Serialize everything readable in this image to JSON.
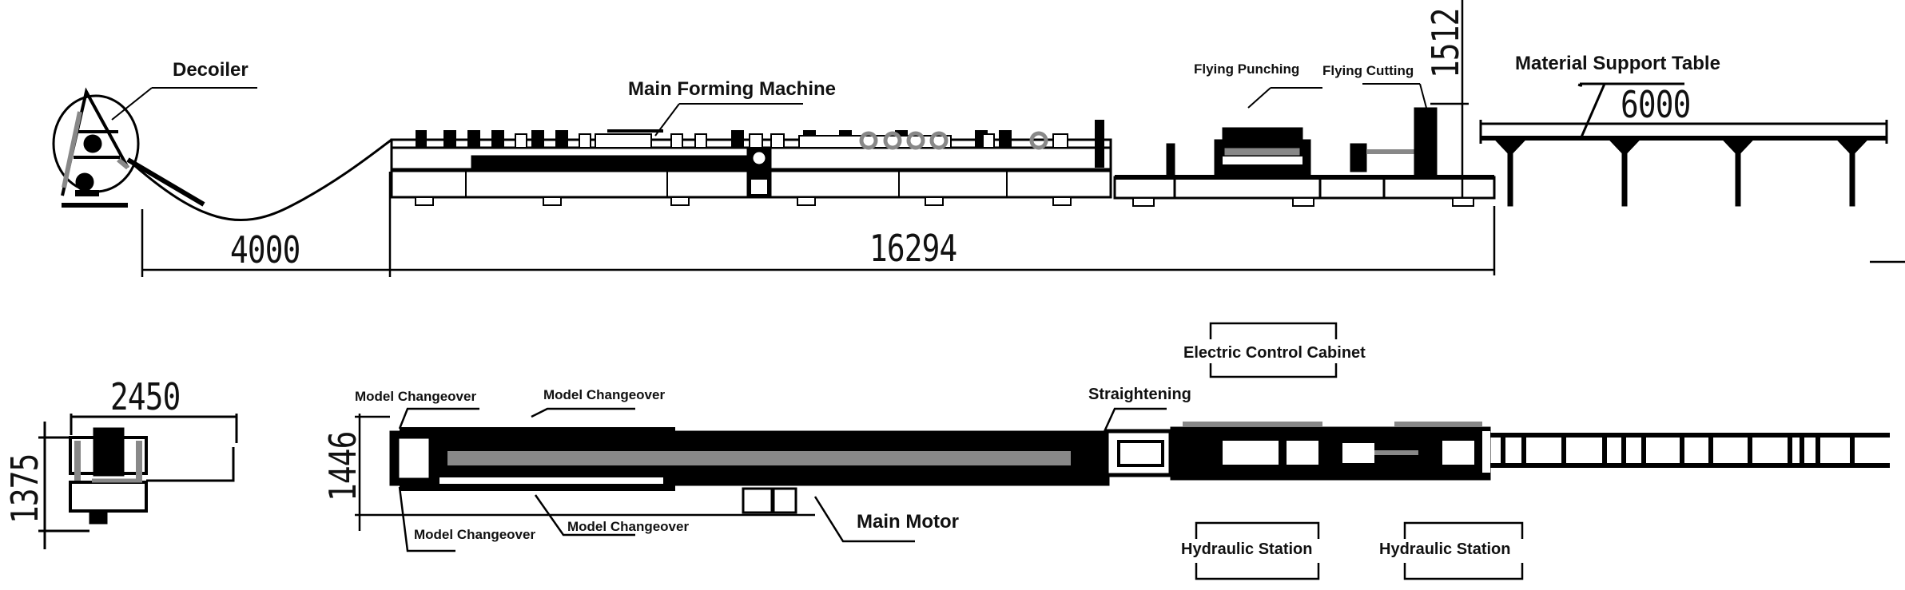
{
  "diagram": {
    "title": "Roll Forming Production Line Layout",
    "views": {
      "side_view": {
        "labels": {
          "decoiler": "Decoiler",
          "main_forming_machine": "Main Forming Machine",
          "flying_punching": "Flying Punching",
          "flying_cutting": "Flying Cutting",
          "material_support_table": "Material Support Table"
        },
        "dimensions": {
          "decoiler_to_machine": "4000",
          "machine_length": "16294",
          "machine_height": "1512",
          "support_table_length": "6000"
        }
      },
      "decoiler_top_view": {
        "dimensions": {
          "width": "2450",
          "depth": "1375"
        }
      },
      "top_view": {
        "labels": {
          "model_changeover_1": "Model Changeover",
          "model_changeover_2": "Model Changeover",
          "model_changeover_3": "Model Changeover",
          "model_changeover_4": "Model Changeover",
          "main_motor": "Main Motor",
          "straightening": "Straightening",
          "electric_control_cabinet": "Electric Control Cabinet",
          "hydraulic_station_1": "Hydraulic Station",
          "hydraulic_station_2": "Hydraulic Station"
        },
        "dimensions": {
          "machine_width": "1446"
        }
      }
    },
    "colors": {
      "line": "#000000",
      "accent_gray": "#8a8a8a",
      "background": "#ffffff"
    }
  }
}
